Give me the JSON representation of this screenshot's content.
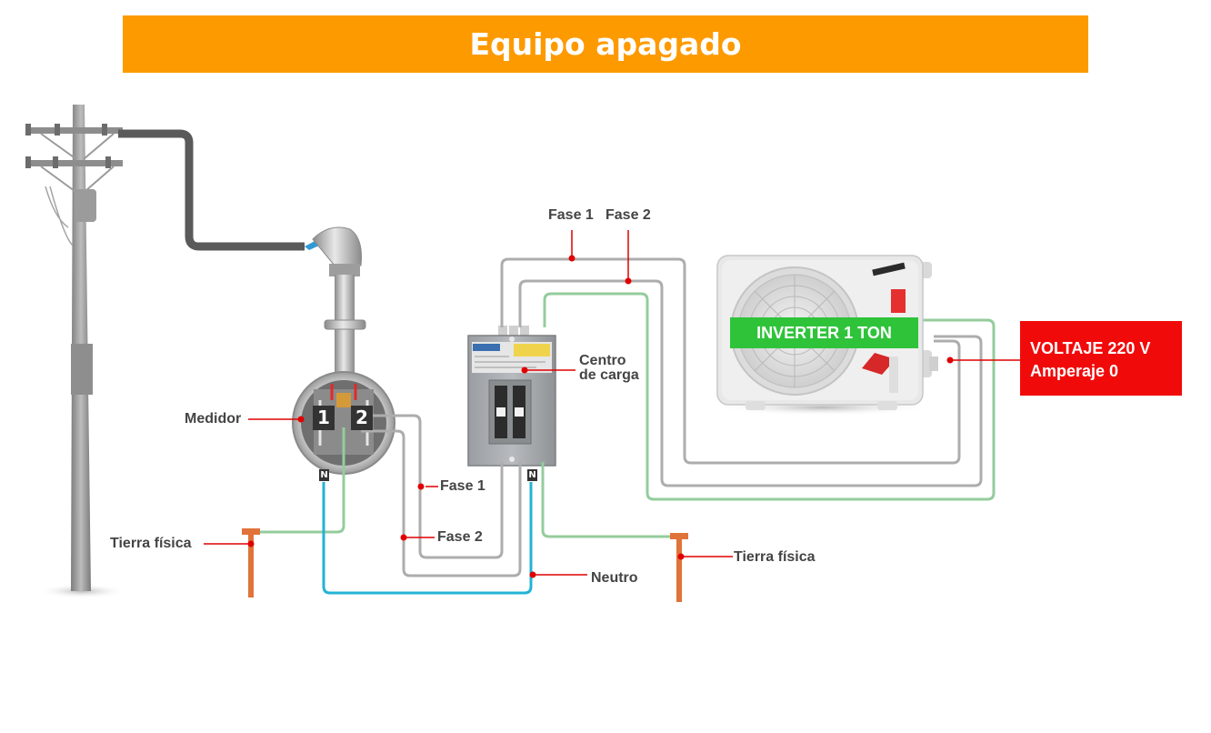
{
  "banner": {
    "title": "Equipo apagado",
    "color": "#fd9a00"
  },
  "labels": {
    "medidor": "Medidor",
    "tierra_left": "Tierra física",
    "tierra_right": "Tierra física",
    "fase1_top": "Fase 1",
    "fase2_top": "Fase 2",
    "fase1_mid": "Fase 1",
    "fase2_mid": "Fase 2",
    "neutro": "Neutro",
    "centro_line1": "Centro",
    "centro_line2": "de carga"
  },
  "meter": {
    "terminal_1": "1",
    "terminal_2": "2"
  },
  "neutral_badges": {
    "meter": "N",
    "panel": "N"
  },
  "inverter": {
    "badge": "INVERTER 1 TON",
    "color": "#2fc33a"
  },
  "status": {
    "voltage": "VOLTAJE 220 V",
    "amperage": "Amperaje 0",
    "color": "#f10a0a"
  },
  "wire_colors": {
    "phase": "#adadad",
    "ground": "#94cc9c",
    "neutral": "#23b3d6",
    "service_drop": "#5a5a5a",
    "ground_rod": "#e0733a",
    "pointer": "#e10000"
  }
}
